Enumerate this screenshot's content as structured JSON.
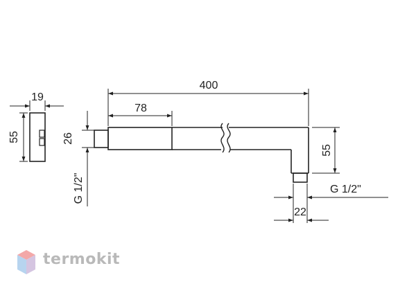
{
  "drawing": {
    "dimensions": {
      "total_length": "400",
      "body_length": "78",
      "height_right": "55",
      "thread_right": "G 1/2\"",
      "outlet_width": "22",
      "flange_width": "19",
      "flange_height": "55",
      "pipe_height": "26",
      "thread_left": "G 1/2\""
    }
  },
  "watermark": {
    "brand": "termokit"
  },
  "colors": {
    "line": "#222222",
    "brand_text": "#b9b9b9",
    "logo_red": "#f08c8c",
    "logo_blue": "#9fc6ea",
    "logo_purple": "#c7b2d8"
  }
}
